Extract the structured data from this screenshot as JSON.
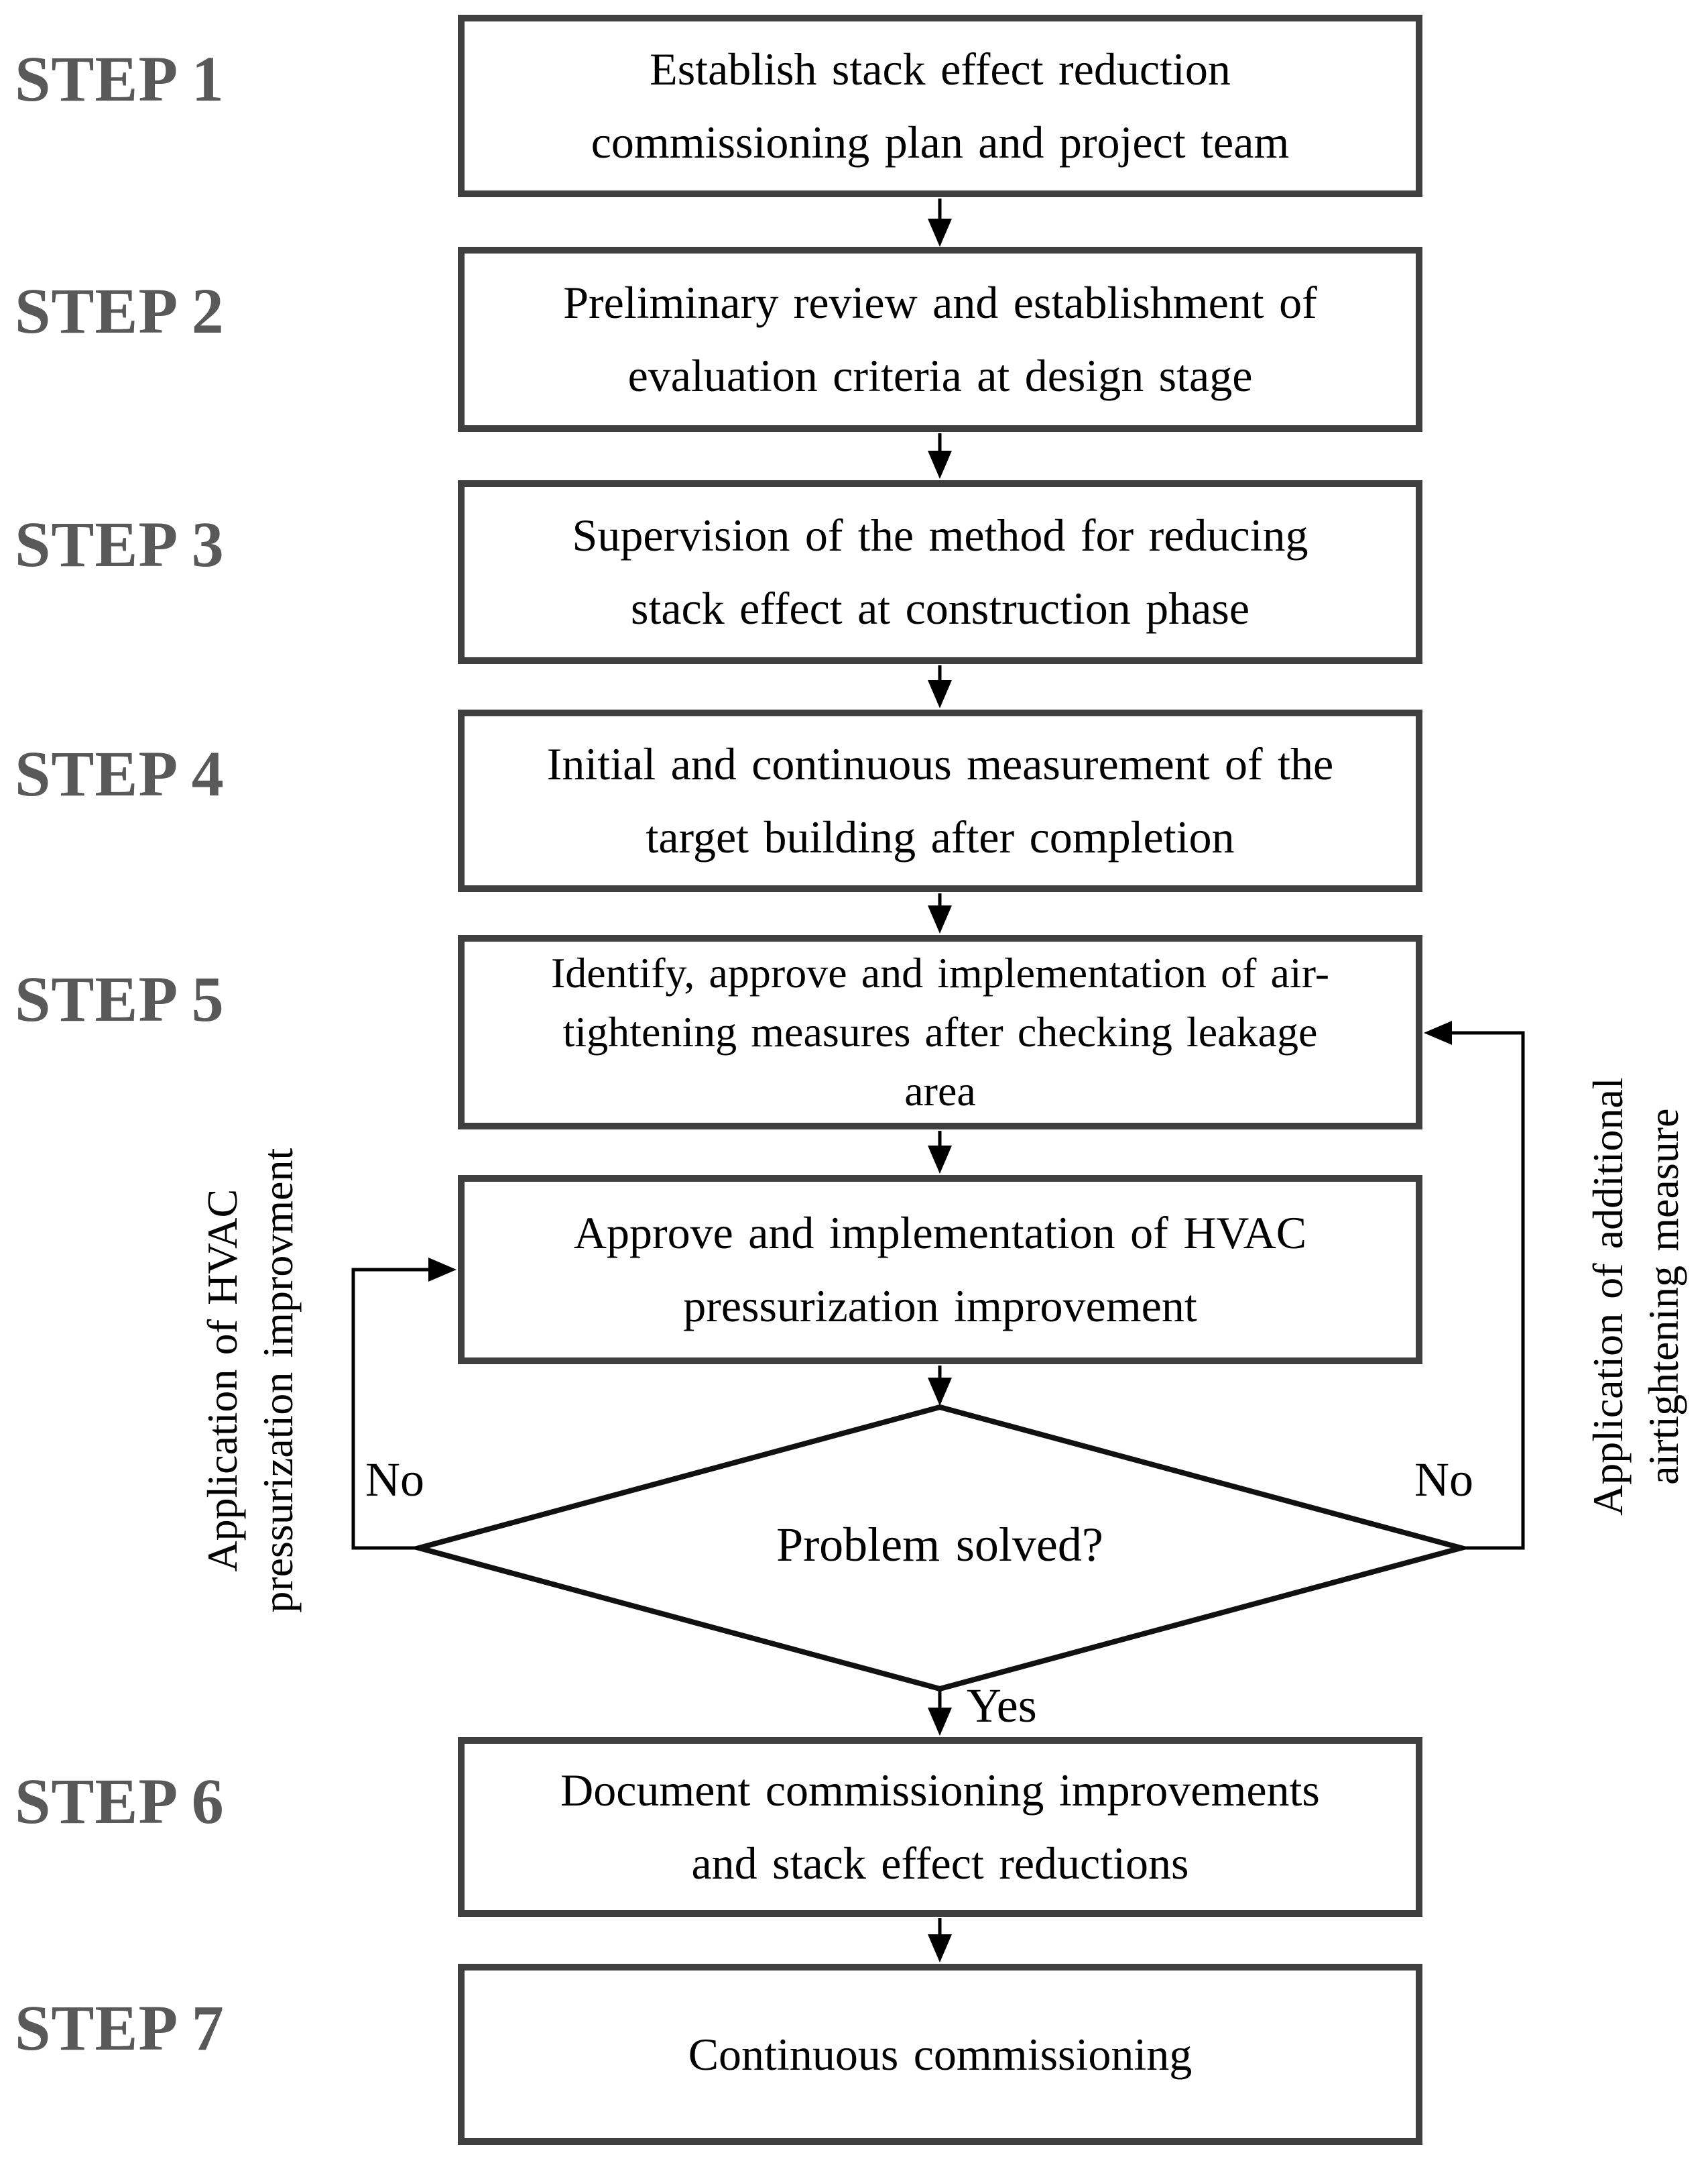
{
  "figure": {
    "step_labels": [
      "STEP 1",
      "STEP 2",
      "STEP 3",
      "STEP 4",
      "STEP 5",
      "STEP 6",
      "STEP 7"
    ],
    "boxes": [
      "Establish stack effect reduction\ncommissioning plan and project team",
      "Preliminary review and establishment of\nevaluation criteria at design stage",
      "Supervision of the method for reducing\nstack effect at construction phase",
      "Initial and continuous measurement of the\ntarget building after completion",
      "Identify, approve and implementation of air-\ntightening measures after checking leakage\narea",
      "Approve and implementation of HVAC\npressurization improvement",
      "Document commissioning improvements\nand stack effect reductions",
      "Continuous commissioning"
    ],
    "decision": {
      "question": "Problem solved?",
      "yes": "Yes",
      "no_left": "No",
      "no_right": "No"
    },
    "side_labels": {
      "left": "Application of HVAC\npressurization improvment",
      "right": "Application of additional\nairtightening measure"
    },
    "colors": {
      "step_label": "#595959",
      "box_border": "#3f3f3f",
      "line": "#000000",
      "text": "#000000"
    }
  }
}
